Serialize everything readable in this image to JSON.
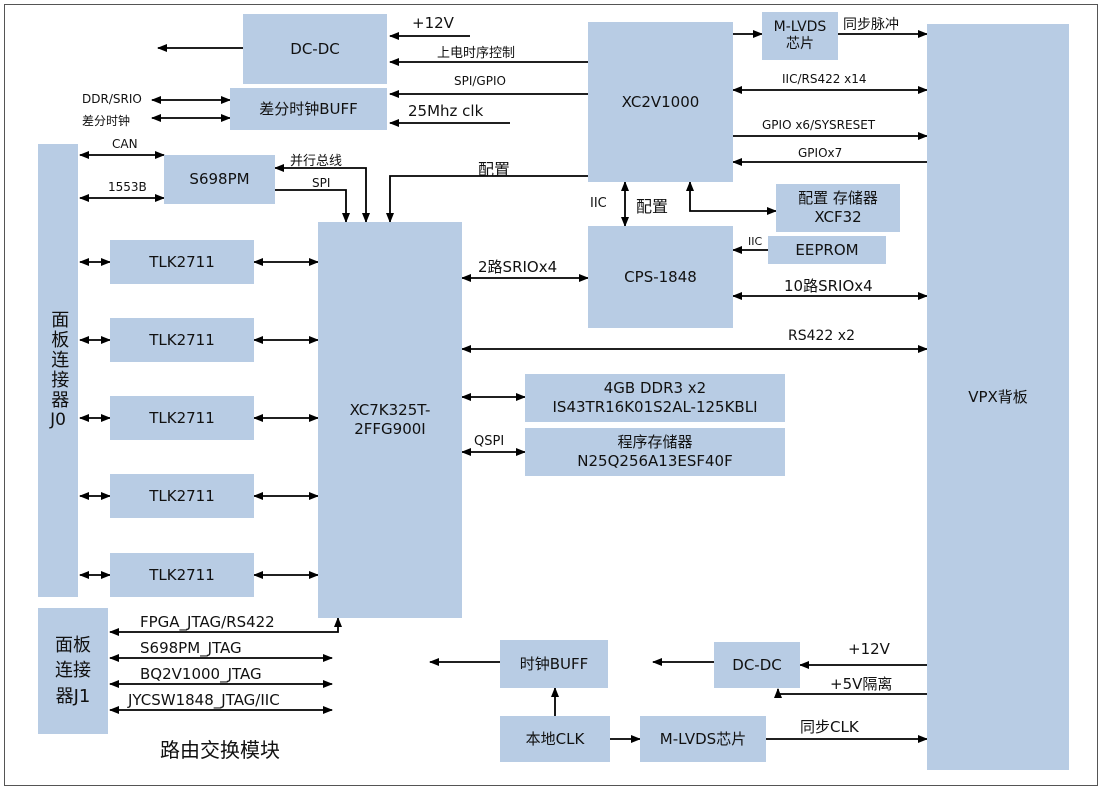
{
  "blocks": {
    "dcdc_top": "DC-DC",
    "clk_buff": "差分时钟BUFF",
    "xc2v": "XC2V1000",
    "mlvds_top_1": "M-LVDS",
    "mlvds_top_2": "芯片",
    "s698": "S698PM",
    "cfg_mem_1": "配置 存储器",
    "cfg_mem_2": "XCF32",
    "eeprom": "EEPROM",
    "cps": "CPS-1848",
    "fpga_1": "XC7K325T-",
    "fpga_2": "2FFG900I",
    "ddr_1": "4GB DDR3 x2",
    "ddr_2": "IS43TR16K01S2AL-125KBLI",
    "flash_1": "程序存储器",
    "flash_2": "N25Q256A13ESF40F",
    "tlk": [
      "TLK2711",
      "TLK2711",
      "TLK2711",
      "TLK2711",
      "TLK2711"
    ],
    "vpx": "VPX背板",
    "j0_1": "面板连接器",
    "j0_2": "J0",
    "j1_1": "面板",
    "j1_2": "连接",
    "j1_3": "器J1",
    "clkbuff_bottom": "时钟BUFF",
    "dcdc_bottom": "DC-DC",
    "local_clk": "本地CLK",
    "mlvds_bottom": "M-LVDS芯片"
  },
  "labels": {
    "p12v_top": "+12V",
    "power_seq": "上电时序控制",
    "spi_gpio": "SPI/GPIO",
    "clk25": "25Mhz clk",
    "sync_pulse": "同步脉冲",
    "iic_rs422": "IIC/RS422 x14",
    "gpio_sysreset": "GPIO x6/SYSRESET",
    "gpio7": "GPIOx7",
    "ddr_srio": "DDR/SRIO",
    "diff_clk": "差分时钟",
    "can": "CAN",
    "m1553": "1553B",
    "parallel_bus": "并行总线",
    "spi": "SPI",
    "config": "配置",
    "iic_left": "IIC",
    "config2": "配置",
    "iic_eeprom": "IIC",
    "srio2": "2路SRIOx4",
    "srio10": "10路SRIOx4",
    "rs422x2": "RS422 x2",
    "qspi": "QSPI",
    "fpga_jtag": "FPGA_JTAG/RS422",
    "s698_jtag": "S698PM_JTAG",
    "bq_jtag": "BQ2V1000_JTAG",
    "jycsw_jtag": "JYCSW1848_JTAG/IIC",
    "p12v_bottom": "+12V",
    "p5v_iso": "+5V隔离",
    "sync_clk": "同步CLK"
  },
  "caption": "路由交换模块"
}
